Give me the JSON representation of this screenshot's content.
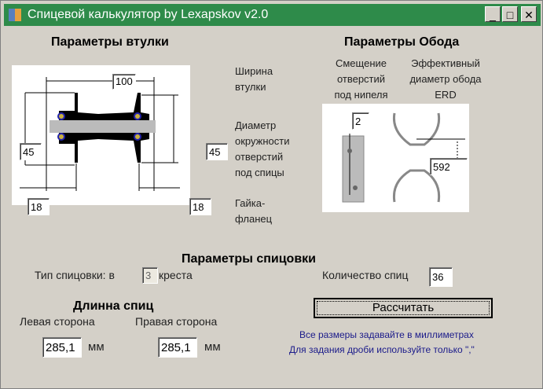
{
  "title": "Спицевой калькулятор by Lexapskov v2.0",
  "window_buttons": {
    "minimize": "_",
    "maximize": "□",
    "close": "✕"
  },
  "hub": {
    "heading": "Параметры втулки",
    "width_label": "Ширина втулки",
    "width_value": "100",
    "pcd_label": "Диаметр окружности отверстий под спицы",
    "pcd_left": "45",
    "pcd_right": "45",
    "flange_label": "Гайка-фланец",
    "flange_left": "18",
    "flange_right": "18"
  },
  "rim": {
    "heading": "Параметры Обода",
    "offset_label": "Смещение отверстий под нипеля",
    "offset_value": "2",
    "erd_label": "Эффективный диаметр обода ERD",
    "erd_value": "592"
  },
  "lacing": {
    "heading": "Параметры спицовки",
    "type_prefix": "Тип спицовки:  в",
    "cross_value": "3",
    "type_suffix": "креста",
    "count_label": "Количество спиц",
    "count_value": "36"
  },
  "result": {
    "heading": "Длинна спиц",
    "left_label": "Левая сторона",
    "right_label": "Правая сторона",
    "left_value": "285,1",
    "right_value": "285,1",
    "unit": "мм"
  },
  "calculate_label": "Рассчитать",
  "notes": [
    "Все размеры задавайте в миллиметрах",
    "Для задания дроби используйте только \",\""
  ]
}
